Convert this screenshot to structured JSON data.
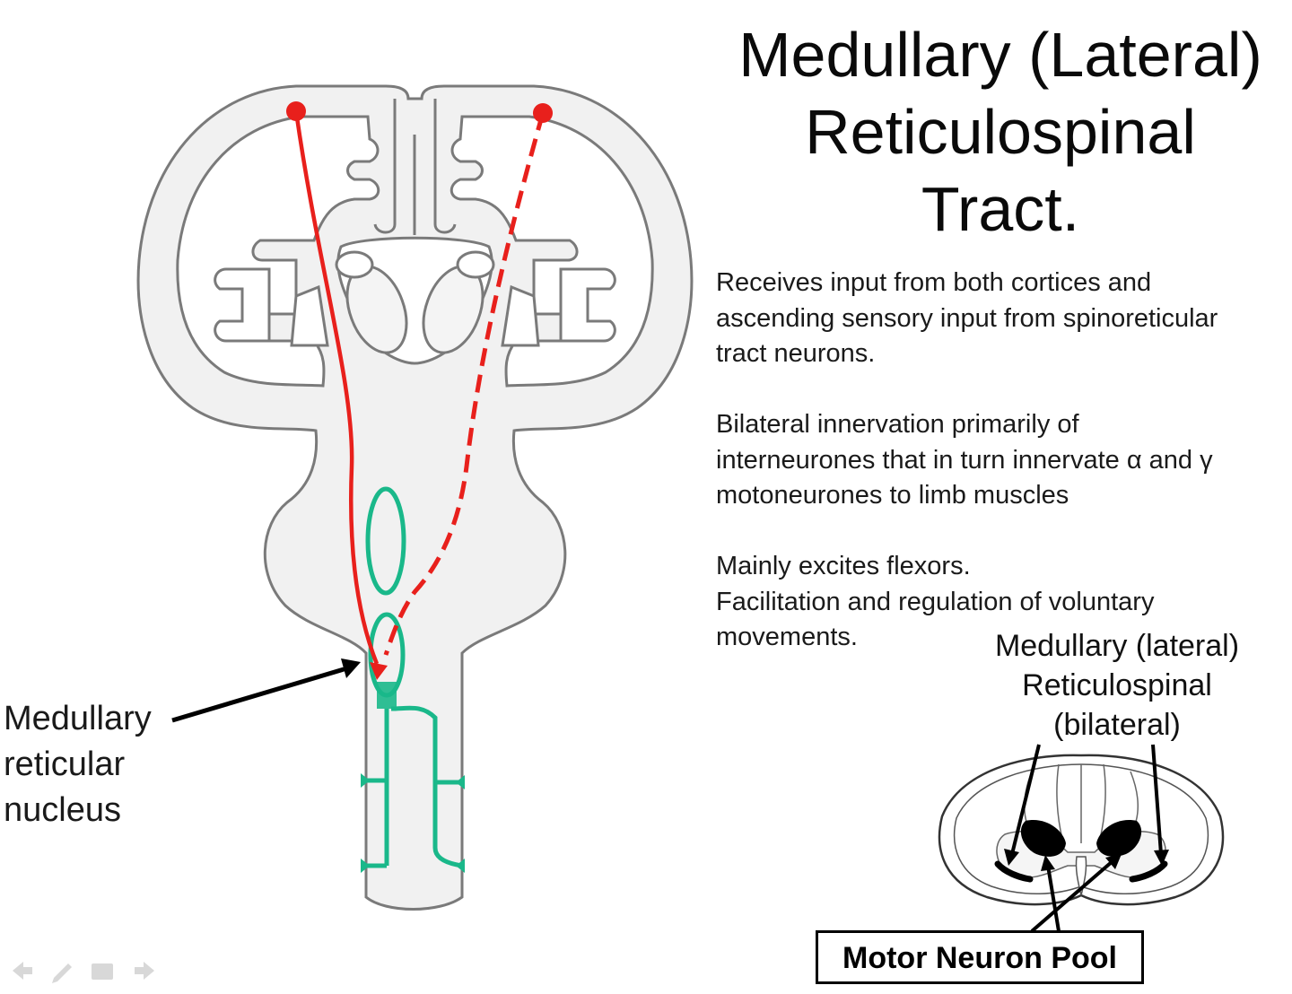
{
  "slide": {
    "title_lines": [
      "Medullary (Lateral)",
      "Reticulospinal",
      "Tract."
    ],
    "paragraphs": [
      {
        "lines": [
          "Receives input from both cortices and",
          "ascending sensory input from spinoreticular",
          "tract neurons."
        ]
      },
      {
        "lines": [
          "Bilateral innervation primarily of",
          "interneurones that in turn innervate α and γ",
          "motoneurones to limb muscles"
        ]
      },
      {
        "lines": [
          "Mainly excites flexors.",
          "Facilitation and regulation of voluntary",
          "movements."
        ]
      }
    ],
    "brain_label_lines": [
      "Medullary",
      "reticular",
      "nucleus"
    ],
    "cord_label_lines": [
      "Medullary (lateral)",
      "Reticulospinal",
      "(bilateral)"
    ],
    "motor_pool_label": "Motor Neuron Pool"
  },
  "colors": {
    "tract_red": "#e8201c",
    "neuron_green": "#1ab88a",
    "outline_gray": "#7a7a7a",
    "tissue_fill": "#f1f1f1",
    "arrow_black": "#000000"
  },
  "icons": [
    "nav-prev-icon",
    "nav-pen-icon",
    "nav-menu-icon",
    "nav-next-icon"
  ]
}
